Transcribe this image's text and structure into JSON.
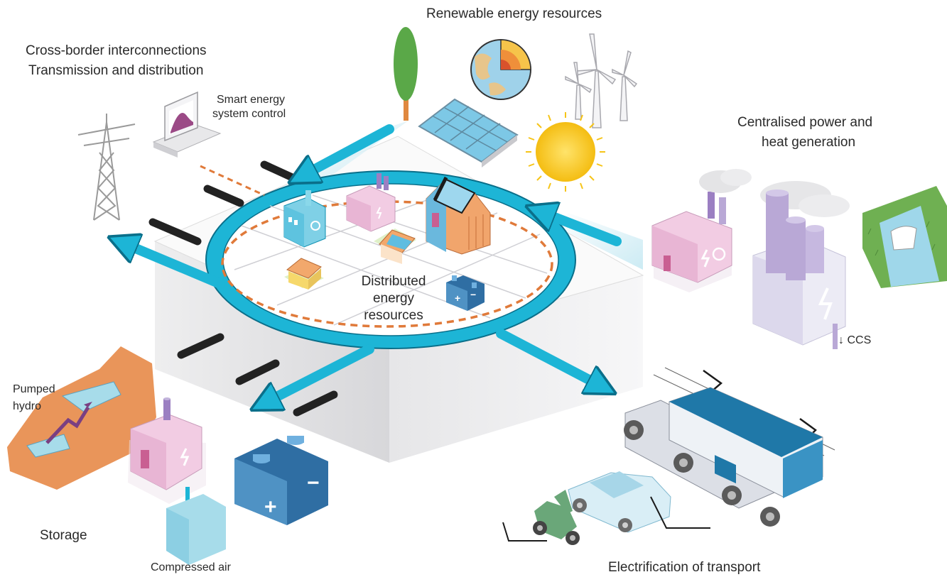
{
  "labels": {
    "renewable": "Renewable energy resources",
    "cross_border": "Cross-border interconnections",
    "transmission": "Transmission and distribution",
    "smart_control_1": "Smart energy",
    "smart_control_2": "system control",
    "centralised_1": "Centralised power and",
    "centralised_2": "heat generation",
    "distributed_1": "Distributed",
    "distributed_2": "energy",
    "distributed_3": "resources",
    "ccs": "CCS",
    "pumped_1": "Pumped",
    "pumped_2": "hydro",
    "storage": "Storage",
    "compressed_air": "Compressed air",
    "transport": "Electrification of transport"
  },
  "colors": {
    "ring": "#1db5d6",
    "ring_dark": "#0e8fb0",
    "ring_outline": "#0a6f8a",
    "dashed_orange": "#e07a3a",
    "platform_top": "#ffffff",
    "platform_side": "#e3e3e5",
    "pink_building": "#efc6df",
    "lilac_towers": "#b9a8d6",
    "battery_blue": "#2f6ea3",
    "terrain_orange": "#e9955a",
    "water_blue": "#a7dcea",
    "sun_yellow": "#f6c418",
    "grass_green": "#6fb052",
    "tree_green": "#55a045",
    "scooter_green": "#6aa779",
    "bus_blue": "#1f78a8"
  }
}
